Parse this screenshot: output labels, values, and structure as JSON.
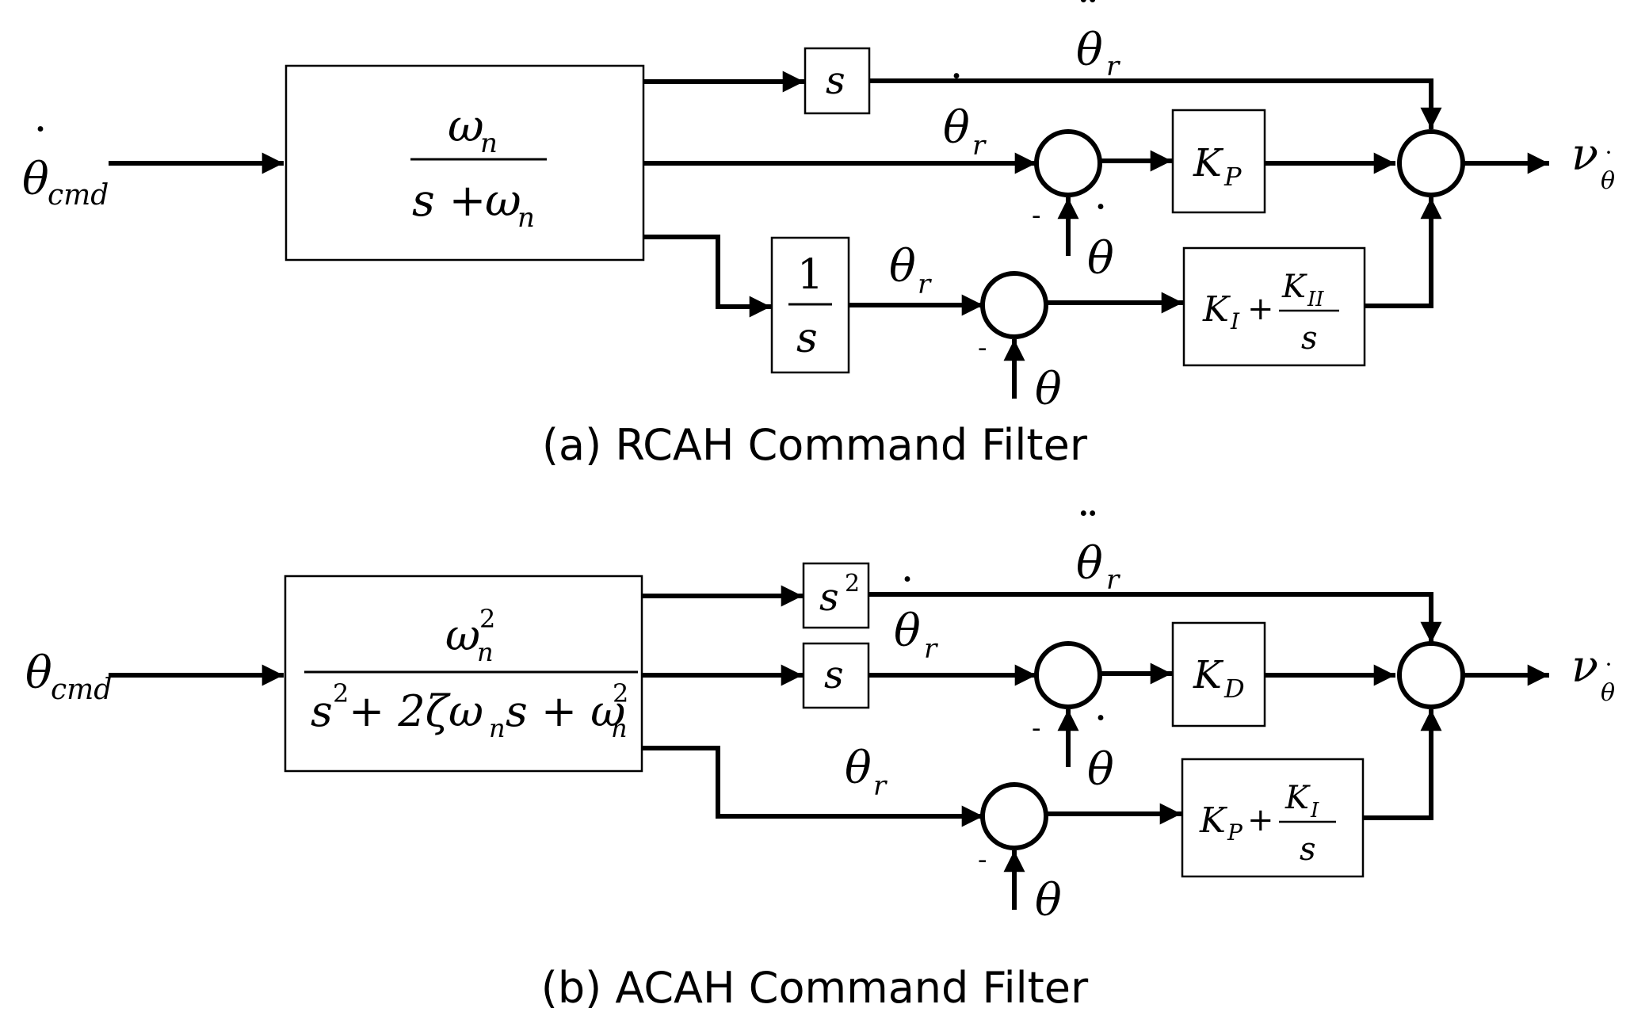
{
  "diagram_a": {
    "caption": "(a) RCAH Command Filter",
    "input": {
      "symbol": "θ",
      "sub": "cmd",
      "dot": "˙"
    },
    "filter": {
      "num": "ω",
      "num_sub": "n",
      "den_s": "s + ",
      "den_w": "ω",
      "den_sub": "n"
    },
    "block_s": "s",
    "block_int": {
      "num": "1",
      "den": "s"
    },
    "sig_acc": {
      "symbol": "θ",
      "sub": "r",
      "dot": "¨"
    },
    "sig_rate": {
      "symbol": "θ",
      "sub": "r",
      "dot": "˙"
    },
    "sig_att": {
      "symbol": "θ",
      "sub": "r"
    },
    "fb_rate": {
      "symbol": "θ",
      "dot": "˙"
    },
    "fb_att": {
      "symbol": "θ"
    },
    "minus": "-",
    "gain_p": {
      "k": "K",
      "sub": "P"
    },
    "gain_pi": {
      "k1": "K",
      "sub1": "I",
      "plus": "+",
      "k2": "K",
      "sub2": "II",
      "den": "s"
    },
    "output": {
      "symbol": "ν",
      "sub": "θ",
      "sub_dot": "˙"
    }
  },
  "diagram_b": {
    "caption": "(b) ACAH Command Filter",
    "input": {
      "symbol": "θ",
      "sub": "cmd"
    },
    "filter": {
      "num": "ω",
      "num_sub": "n",
      "num_sup": "2",
      "den": "s",
      "den_sup": "2",
      "den_mid": " + 2ζω",
      "den_mid_sub": "n",
      "den_s": "s + ω",
      "den_end_sub": "n",
      "den_end_sup": "2"
    },
    "block_s2": {
      "s": "s",
      "sup": "2"
    },
    "block_s": "s",
    "sig_acc": {
      "symbol": "θ",
      "sub": "r",
      "dot": "¨"
    },
    "sig_rate": {
      "symbol": "θ",
      "sub": "r",
      "dot": "˙"
    },
    "sig_att": {
      "symbol": "θ",
      "sub": "r"
    },
    "fb_rate": {
      "symbol": "θ",
      "dot": "˙"
    },
    "fb_att": {
      "symbol": "θ"
    },
    "minus": "-",
    "gain_d": {
      "k": "K",
      "sub": "D"
    },
    "gain_pi": {
      "k1": "K",
      "sub1": "P",
      "plus": "+",
      "k2": "K",
      "sub2": "I",
      "den": "s"
    },
    "output": {
      "symbol": "ν",
      "sub": "θ",
      "sub_dot": "˙"
    }
  }
}
